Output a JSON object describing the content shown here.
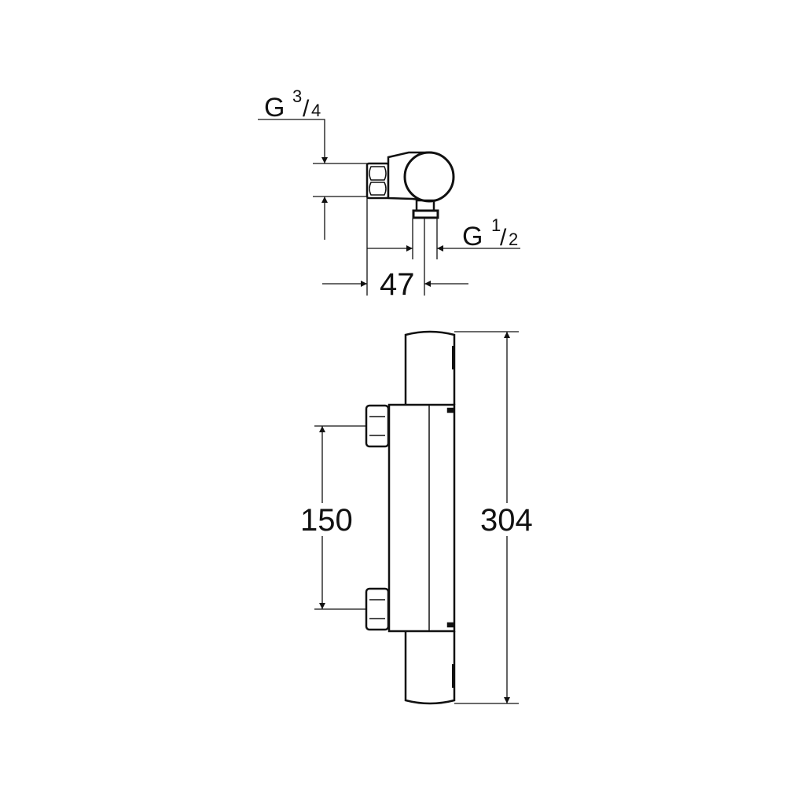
{
  "drawing": {
    "top_view": {
      "inlet_thread": {
        "main": "G",
        "numerator": "3",
        "denominator": "4"
      },
      "outlet_thread": {
        "main": "G",
        "numerator": "1",
        "denominator": "2"
      },
      "depth_dimension": "47"
    },
    "front_view": {
      "inlet_spacing_dimension": "150",
      "overall_length_dimension": "304"
    },
    "colors": {
      "line": "#111111",
      "background": "#ffffff"
    }
  }
}
